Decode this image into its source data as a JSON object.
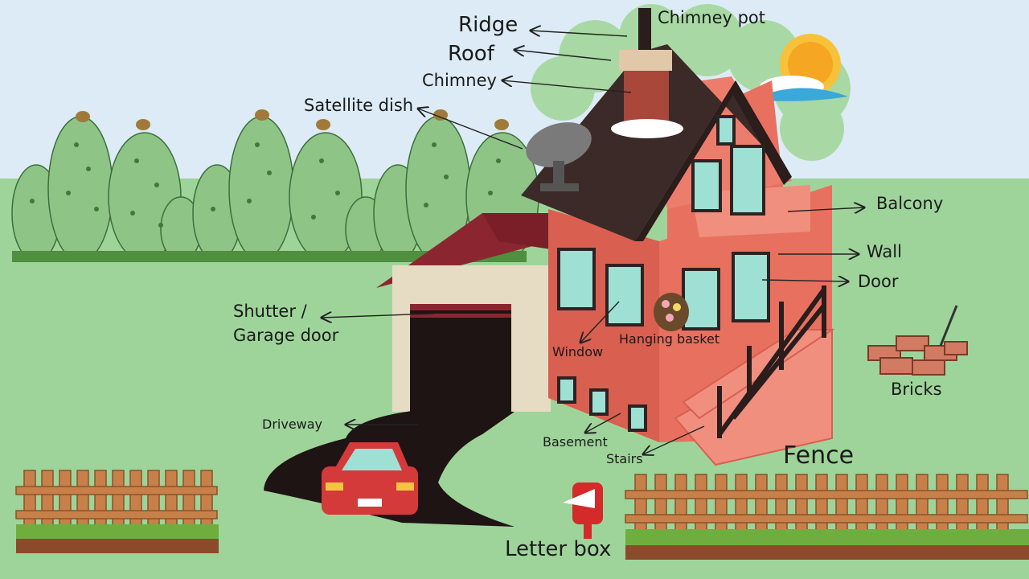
{
  "labels": {
    "chimney_pot": "Chimney pot",
    "ridge": "Ridge",
    "roof": "Roof",
    "chimney": "Chimney",
    "satellite_dish": "Satellite dish",
    "balcony": "Balcony",
    "wall": "Wall",
    "door": "Door",
    "shutter_line1": "Shutter /",
    "shutter_line2": "Garage door",
    "window": "Window",
    "hanging_basket": "Hanging basket",
    "bricks": "Bricks",
    "driveway": "Driveway",
    "basement": "Basement",
    "stairs": "Stairs",
    "fence": "Fence",
    "letter_box": "Letter box"
  },
  "colors": {
    "sky": "#dcebf5",
    "grass": "#9ed49a",
    "bush": "#8fc487",
    "roof": "#3b2a28",
    "wall": "#e8705f",
    "wall_side": "#f08f7e",
    "garage_roof": "#8b2630",
    "garage_wall": "#e6dcc4",
    "window_glass": "#9ee0d4",
    "fence": "#c8804a",
    "car": "#d43a3a",
    "sun": "#f5a623"
  }
}
